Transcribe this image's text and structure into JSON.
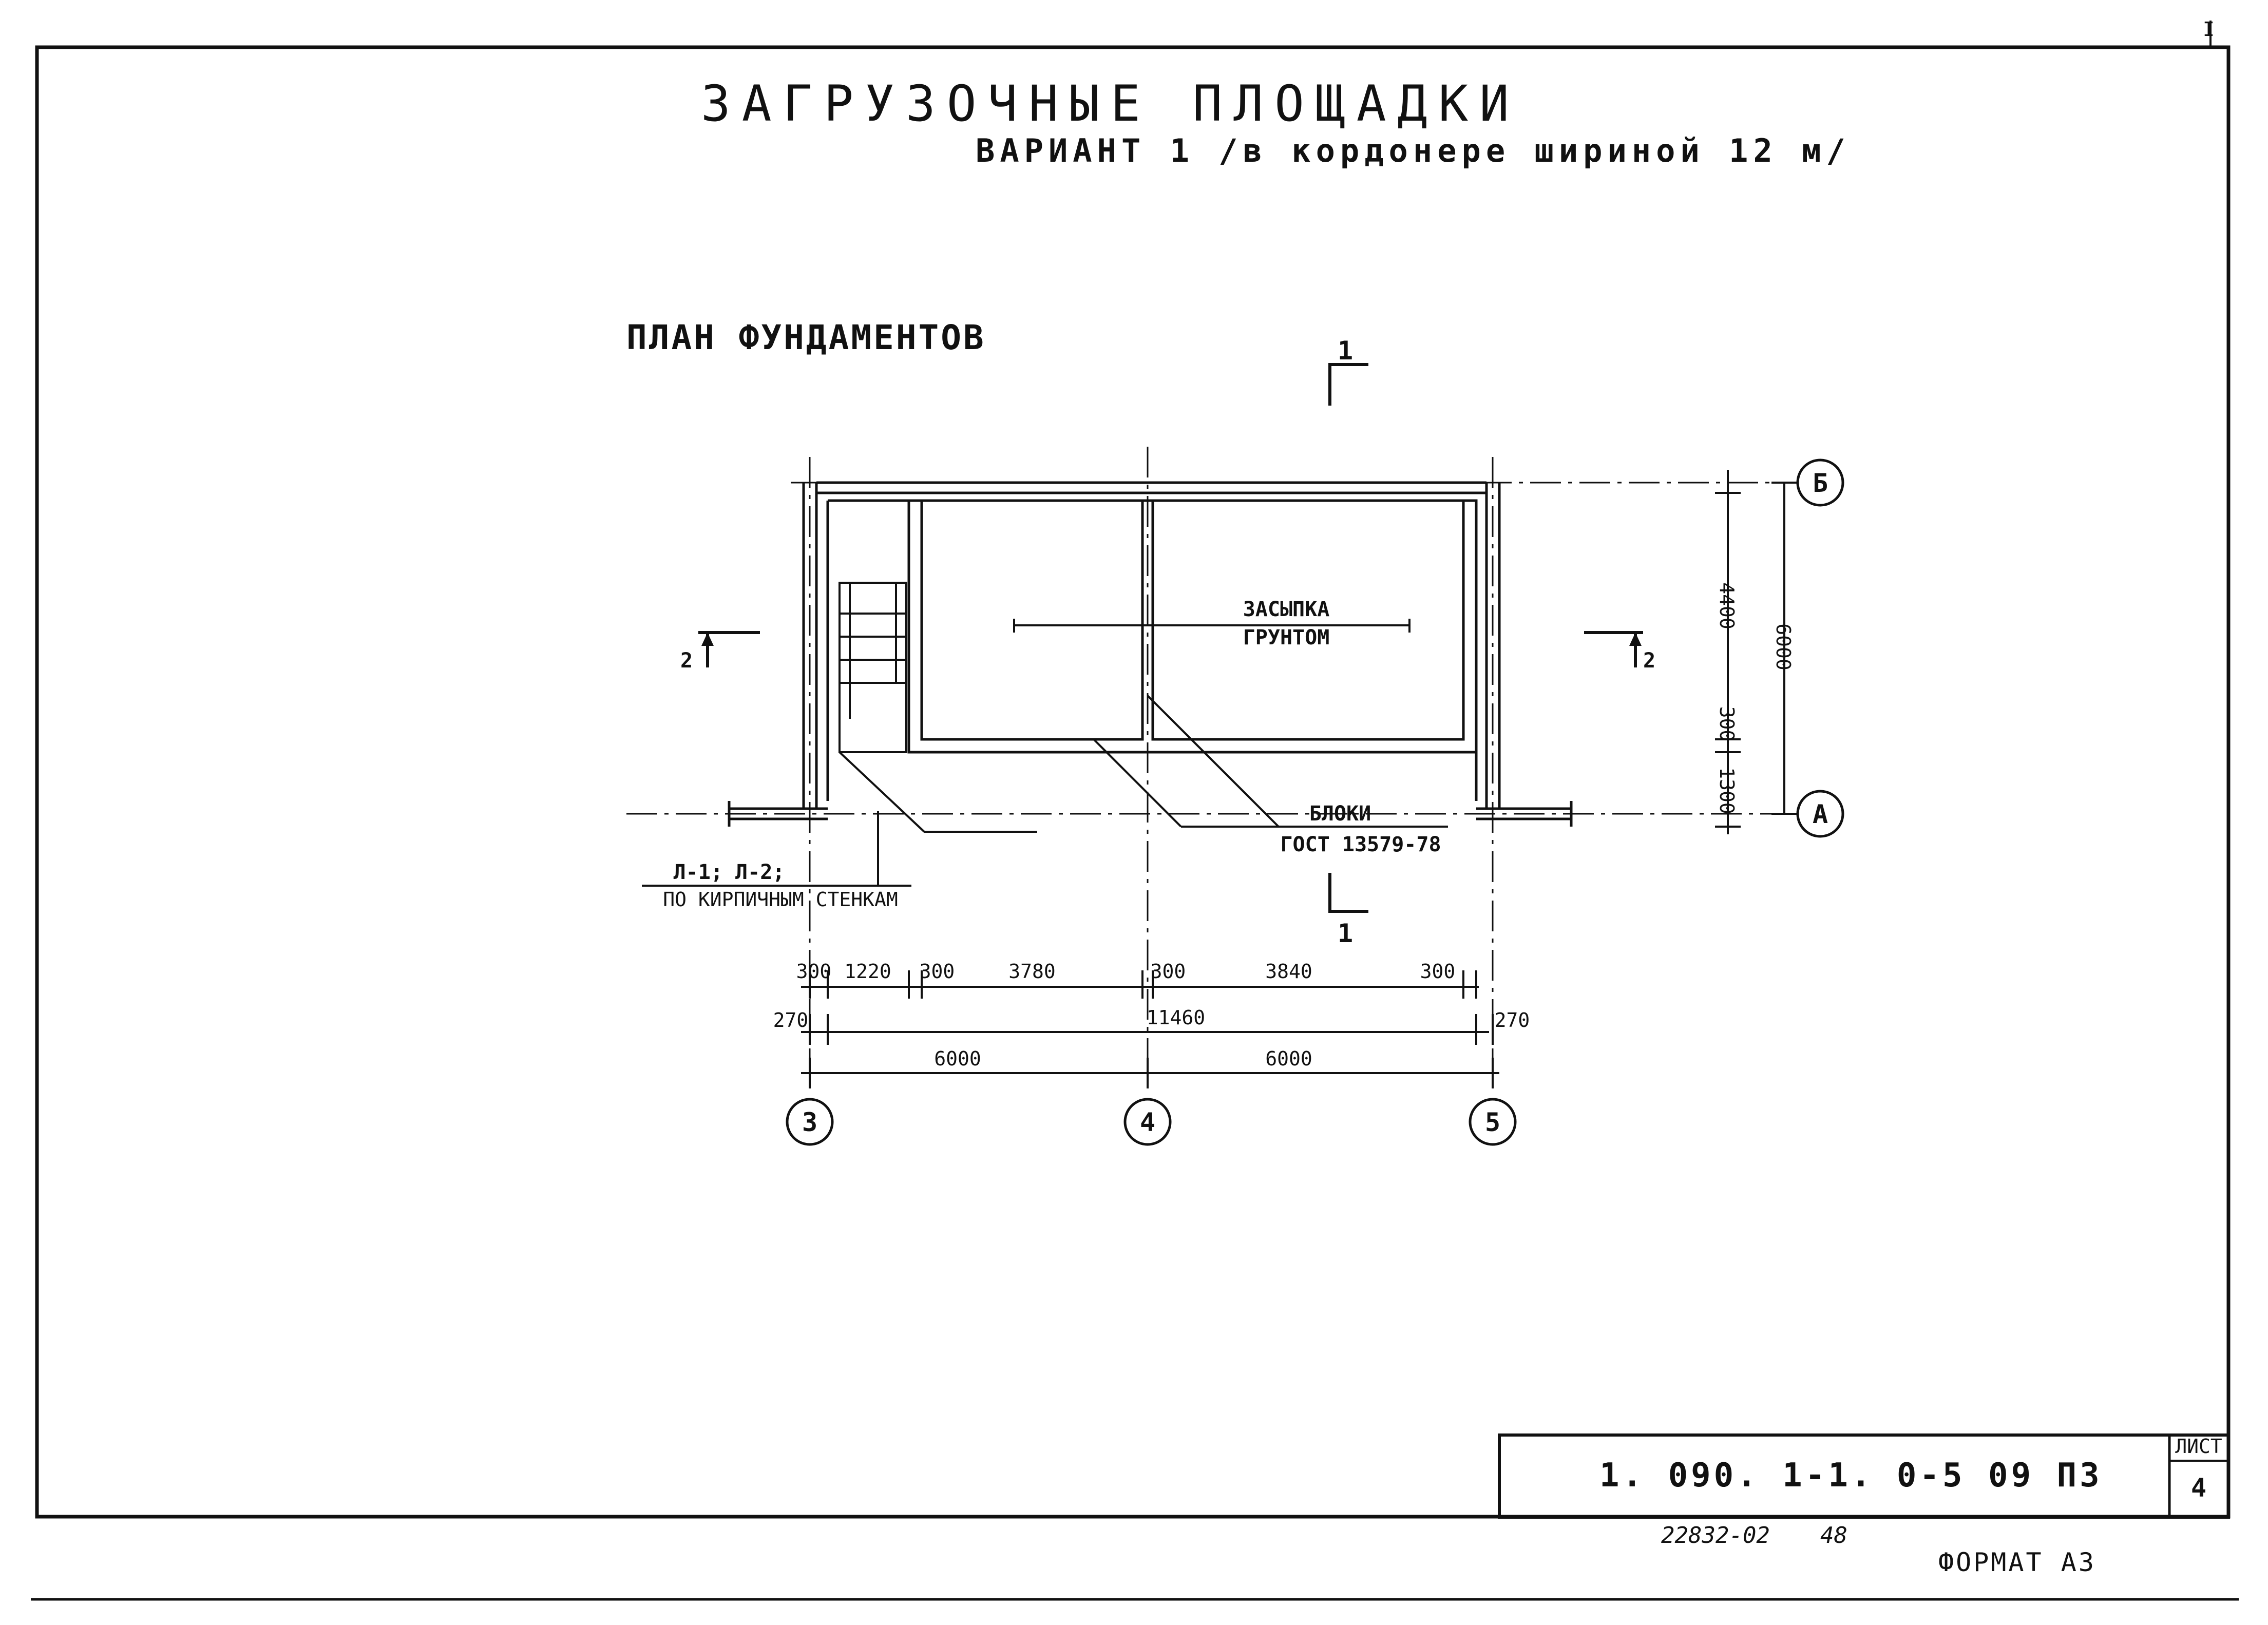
{
  "title": "ЗАГРУЗОЧНЫЕ ПЛОЩАДКИ",
  "subtitle": "ВАРИАНТ 1 /в кордонере шириной 12 м/",
  "plan_title": "ПЛАН ФУНДАМЕНТОВ",
  "fill_label": {
    "line1": "ЗАСЫПКА",
    "line2": "ГРУНТОМ"
  },
  "blocks_label": {
    "line1": "БЛОКИ",
    "line2": "ГОСТ 13579-78"
  },
  "walls_label": {
    "line1": "Л-1; Л-2;",
    "line2": "ПО КИРПИЧНЫМ СТЕНКАМ"
  },
  "section_marks": {
    "s1_top": "1",
    "s1_bottom": "1",
    "s2_left": "2",
    "s2_right": "2"
  },
  "axes": {
    "bottom": [
      "3",
      "4",
      "5"
    ],
    "right_top": "Б",
    "right_bottom": "А"
  },
  "dimensions": {
    "row1": [
      "300",
      "1220",
      "300",
      "3780",
      "300",
      "3840",
      "300"
    ],
    "row2": [
      "270",
      "11460",
      "270"
    ],
    "row3": [
      "6000",
      "6000"
    ],
    "vertical": [
      "4400",
      "300",
      "1300",
      "6000"
    ]
  },
  "stamp": {
    "code": "1. 090. 1-1. 0-5  09 ПЗ",
    "sheet_label": "ЛИСТ",
    "sheet_number": "4",
    "inv_number": "22832-02",
    "page_ref": "48",
    "format": "ФОРМАТ А3",
    "corner_mark": "I"
  },
  "colors": {
    "ink": "#111111",
    "paper": "#ffffff"
  }
}
